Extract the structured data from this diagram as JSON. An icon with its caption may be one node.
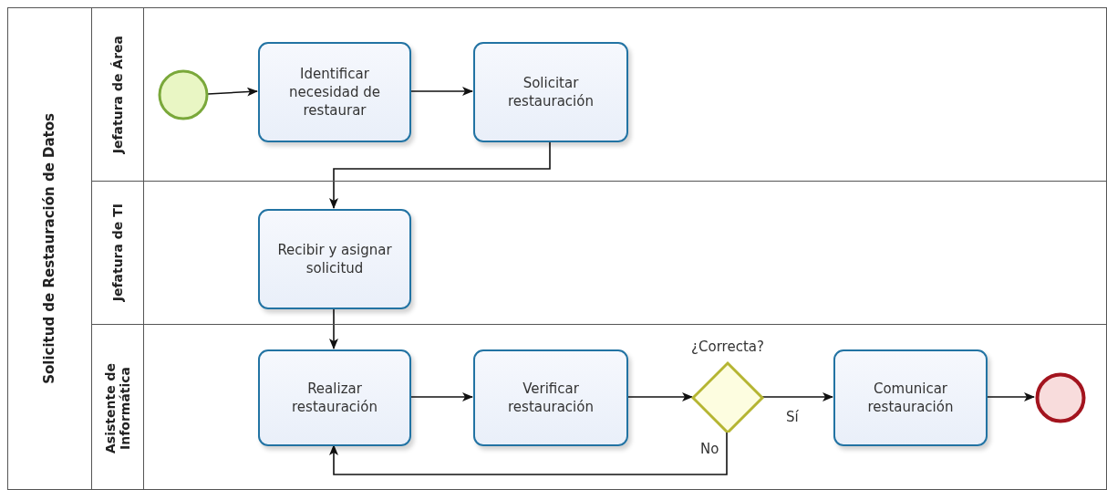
{
  "diagram": {
    "nodes": [
      {
        "text": [
          "Solicitud de Restauración de Datos"
        ]
      },
      {
        "text": [
          "Jefatura de Área"
        ],
        "in": 0
      },
      {
        "text": [
          "Jefatura de TI"
        ],
        "in": 0
      },
      {
        "text": [
          "Asistente de Informática"
        ],
        "in": 0
      },
      {
        "text": [],
        "shape": "circle",
        "in": 1
      },
      {
        "text": [
          "Identificar necesidad de restaurar"
        ],
        "in": 1
      },
      {
        "text": [
          "Solicitar restauración"
        ],
        "in": 1
      },
      {
        "text": [
          "Recibir y asignar solicitud"
        ],
        "in": 2
      },
      {
        "text": [
          "Realizar restauración"
        ],
        "in": 3
      },
      {
        "text": [
          "Verificar restauración"
        ],
        "in": 3
      },
      {
        "text": [
          "¿Correcta?"
        ],
        "in": 3
      },
      {
        "text": [
          "Comunicar restauración"
        ],
        "in": 3
      },
      {
        "text": [],
        "shape": "circle",
        "in": 3
      }
    ],
    "edges": [
      {
        "from": 4,
        "to": 5,
        "arrow": "to"
      },
      {
        "from": 5,
        "to": 6,
        "arrow": "to"
      },
      {
        "from": 6,
        "to": 7,
        "arrow": "to"
      },
      {
        "from": 7,
        "to": 8,
        "arrow": "to"
      },
      {
        "from": 8,
        "to": 9,
        "arrow": "to"
      },
      {
        "from": 9,
        "to": 10,
        "arrow": "to"
      },
      {
        "from": 10,
        "to": 11,
        "arrow": "to",
        "label": "Sí"
      },
      {
        "from": 10,
        "to": 8,
        "arrow": "to",
        "label": "No"
      },
      {
        "from": 11,
        "to": 12,
        "arrow": "to"
      }
    ]
  }
}
